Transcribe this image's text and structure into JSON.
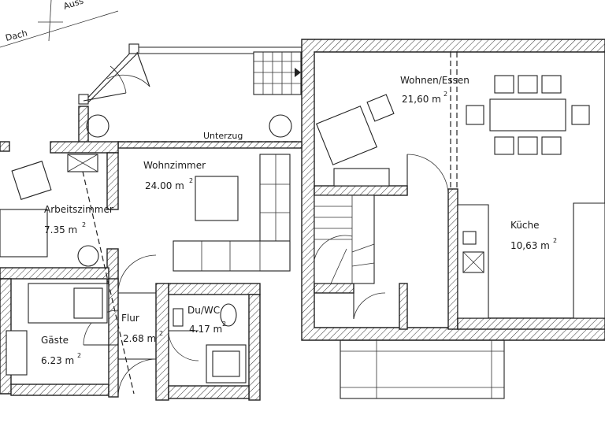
{
  "top_labels": {
    "dach": "Dach",
    "aussen": "Auss"
  },
  "rooms": {
    "wohnen_essen": {
      "name": "Wohnen/Essen",
      "area": "21,60 m",
      "sup": "2"
    },
    "wohnzimmer": {
      "name": "Wohnzimmer",
      "area": "24.00 m",
      "sup": "2"
    },
    "arbeitszimmer": {
      "name": "Arbeitszimmer",
      "area": "7.35 m",
      "sup": "2"
    },
    "kueche": {
      "name": "Küche",
      "area": "10,63 m",
      "sup": "2"
    },
    "flur": {
      "name": "Flur",
      "area": "2.68 m",
      "sup": "2"
    },
    "du_wc": {
      "name": "Du/WC",
      "area": "4.17 m",
      "sup": "2"
    },
    "gaeste": {
      "name": "Gäste",
      "area": "6.23 m",
      "sup": "2"
    }
  },
  "annotations": {
    "unterzug": "Unterzug"
  }
}
